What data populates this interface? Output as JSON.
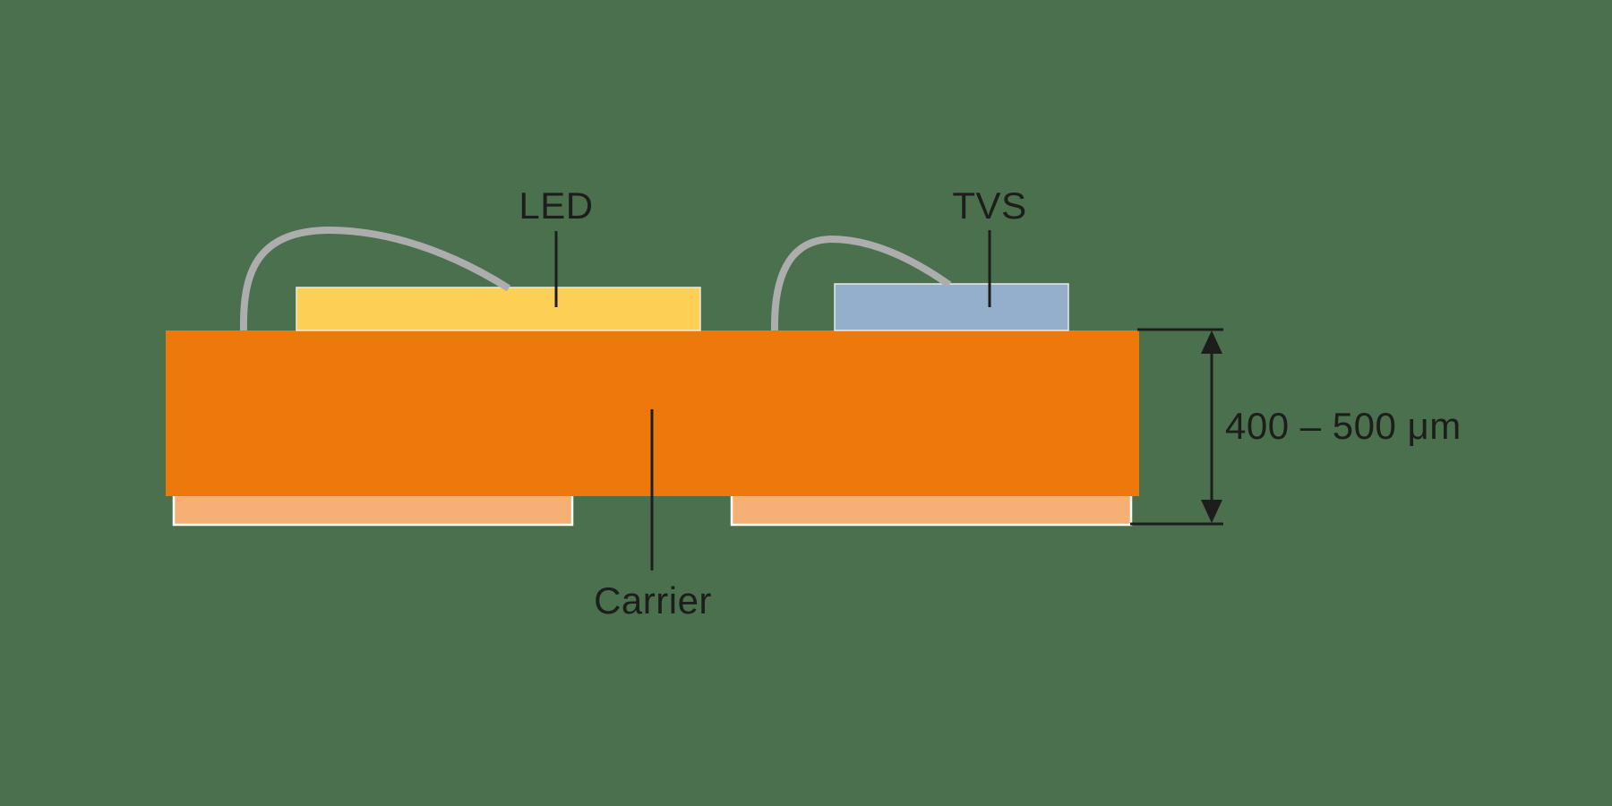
{
  "diagram": {
    "kind": "led-package-cross-section",
    "labels": {
      "led": "LED",
      "tvs": "TVS",
      "carrier": "Carrier",
      "dimension": "400 – 500 μm"
    },
    "colors": {
      "background": "#4A704D",
      "carrier": "#ED790D",
      "pad": "#F6AF75",
      "pad_outline": "#FFFFFF",
      "led_chip": "#FDD055",
      "tvs_chip": "#93AFCC",
      "chip_outline": "#E9E9E4",
      "wire": "#ADADAD",
      "line": "#1D1D1B",
      "text": "#1D1D1B"
    }
  }
}
